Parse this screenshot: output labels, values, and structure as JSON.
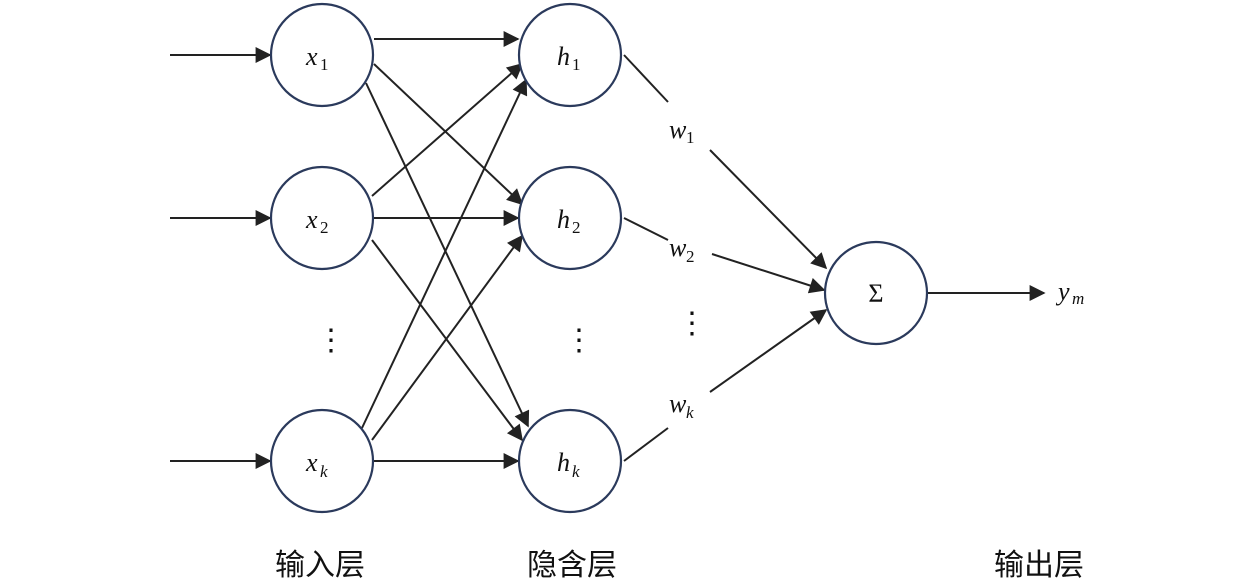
{
  "input_nodes": [
    {
      "base": "x",
      "sub": "1"
    },
    {
      "base": "x",
      "sub": "2"
    },
    {
      "base": "x",
      "sub": "k"
    }
  ],
  "hidden_nodes": [
    {
      "base": "h",
      "sub": "1"
    },
    {
      "base": "h",
      "sub": "2"
    },
    {
      "base": "h",
      "sub": "k"
    }
  ],
  "weights": [
    {
      "base": "w",
      "sub": "1"
    },
    {
      "base": "w",
      "sub": "2"
    },
    {
      "base": "w",
      "sub": "k"
    }
  ],
  "output_node": {
    "symbol": "Σ"
  },
  "output": {
    "base": "y",
    "sub": "m"
  },
  "ellipsis": "⋮",
  "layer_labels": {
    "input": "输入层",
    "hidden": "隐含层",
    "output": "输出层"
  }
}
